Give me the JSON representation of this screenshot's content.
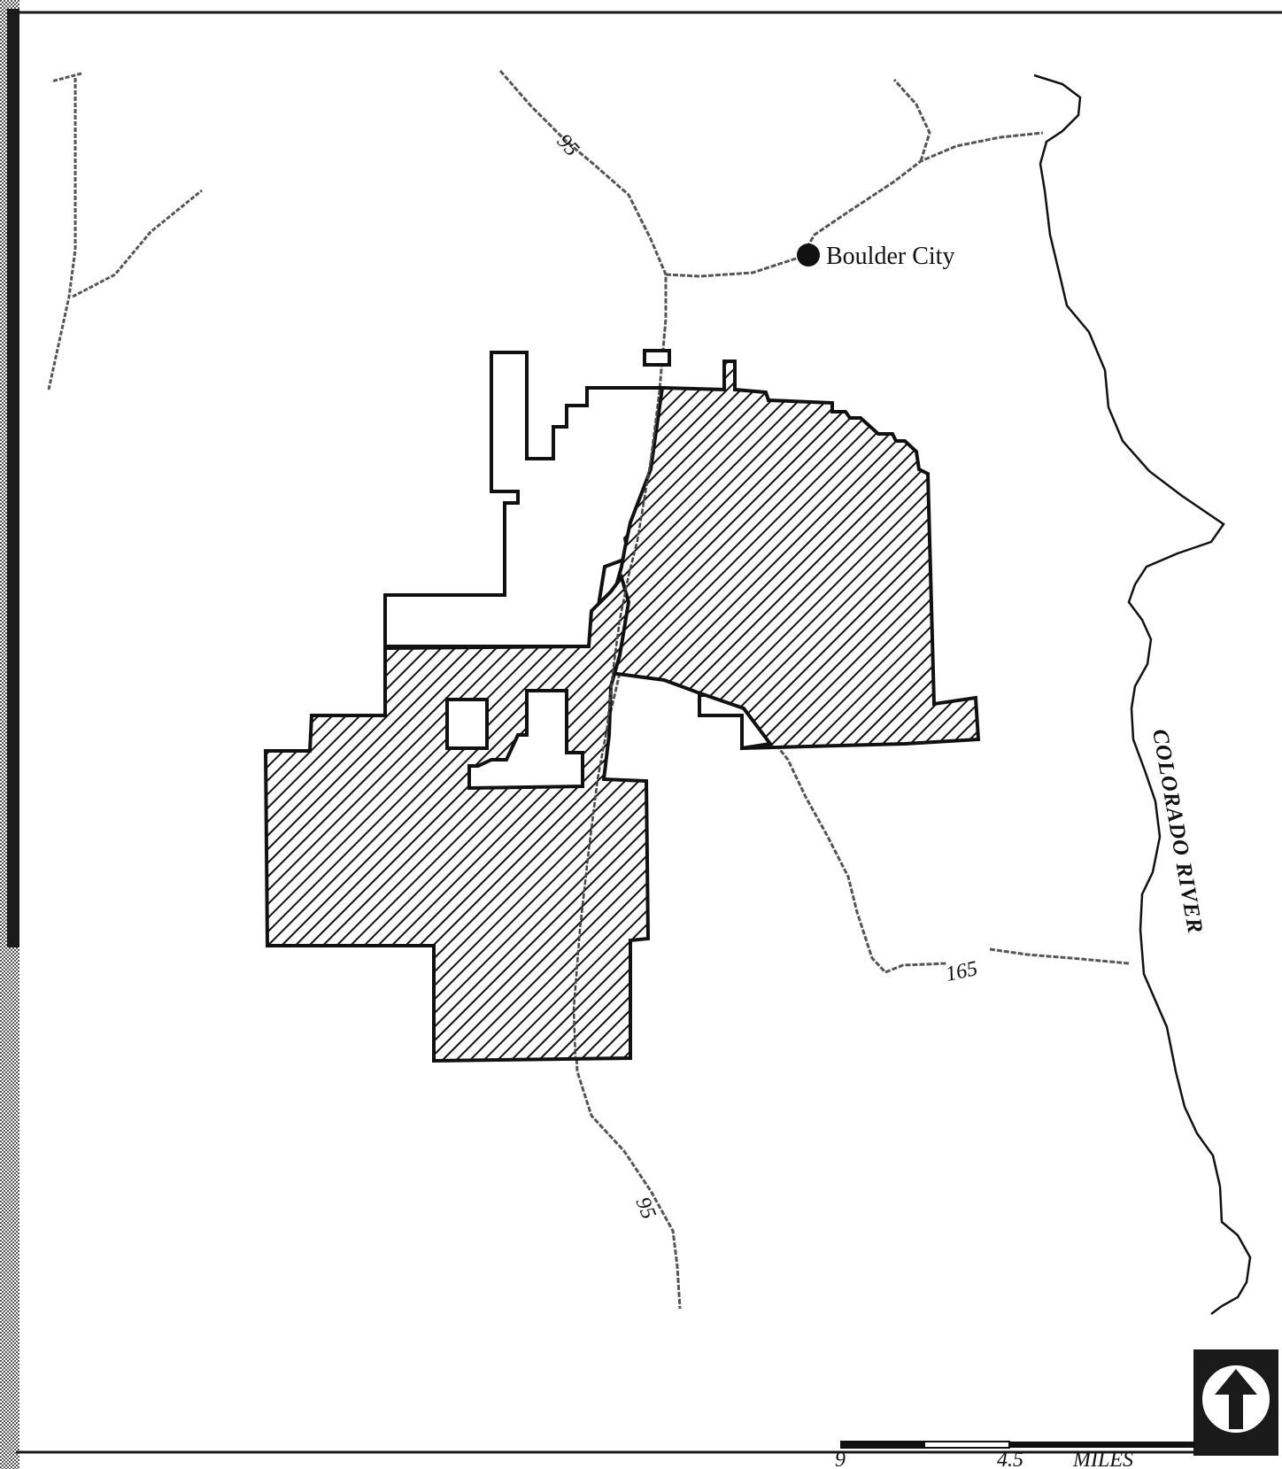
{
  "map": {
    "city": {
      "name": "Boulder City"
    },
    "routes": [
      {
        "label": "95"
      },
      {
        "label": "95"
      },
      {
        "label": "165"
      }
    ],
    "river": {
      "label": "COLORADO RIVER"
    },
    "scale_bar": {
      "ticks": [
        "9",
        "4.5"
      ],
      "unit": "MILES"
    },
    "north_arrow": {
      "icon": "north-arrow-icon"
    },
    "colors": {
      "ink": "#111111",
      "road": "#555555",
      "frame": "#1a1a1a"
    }
  }
}
